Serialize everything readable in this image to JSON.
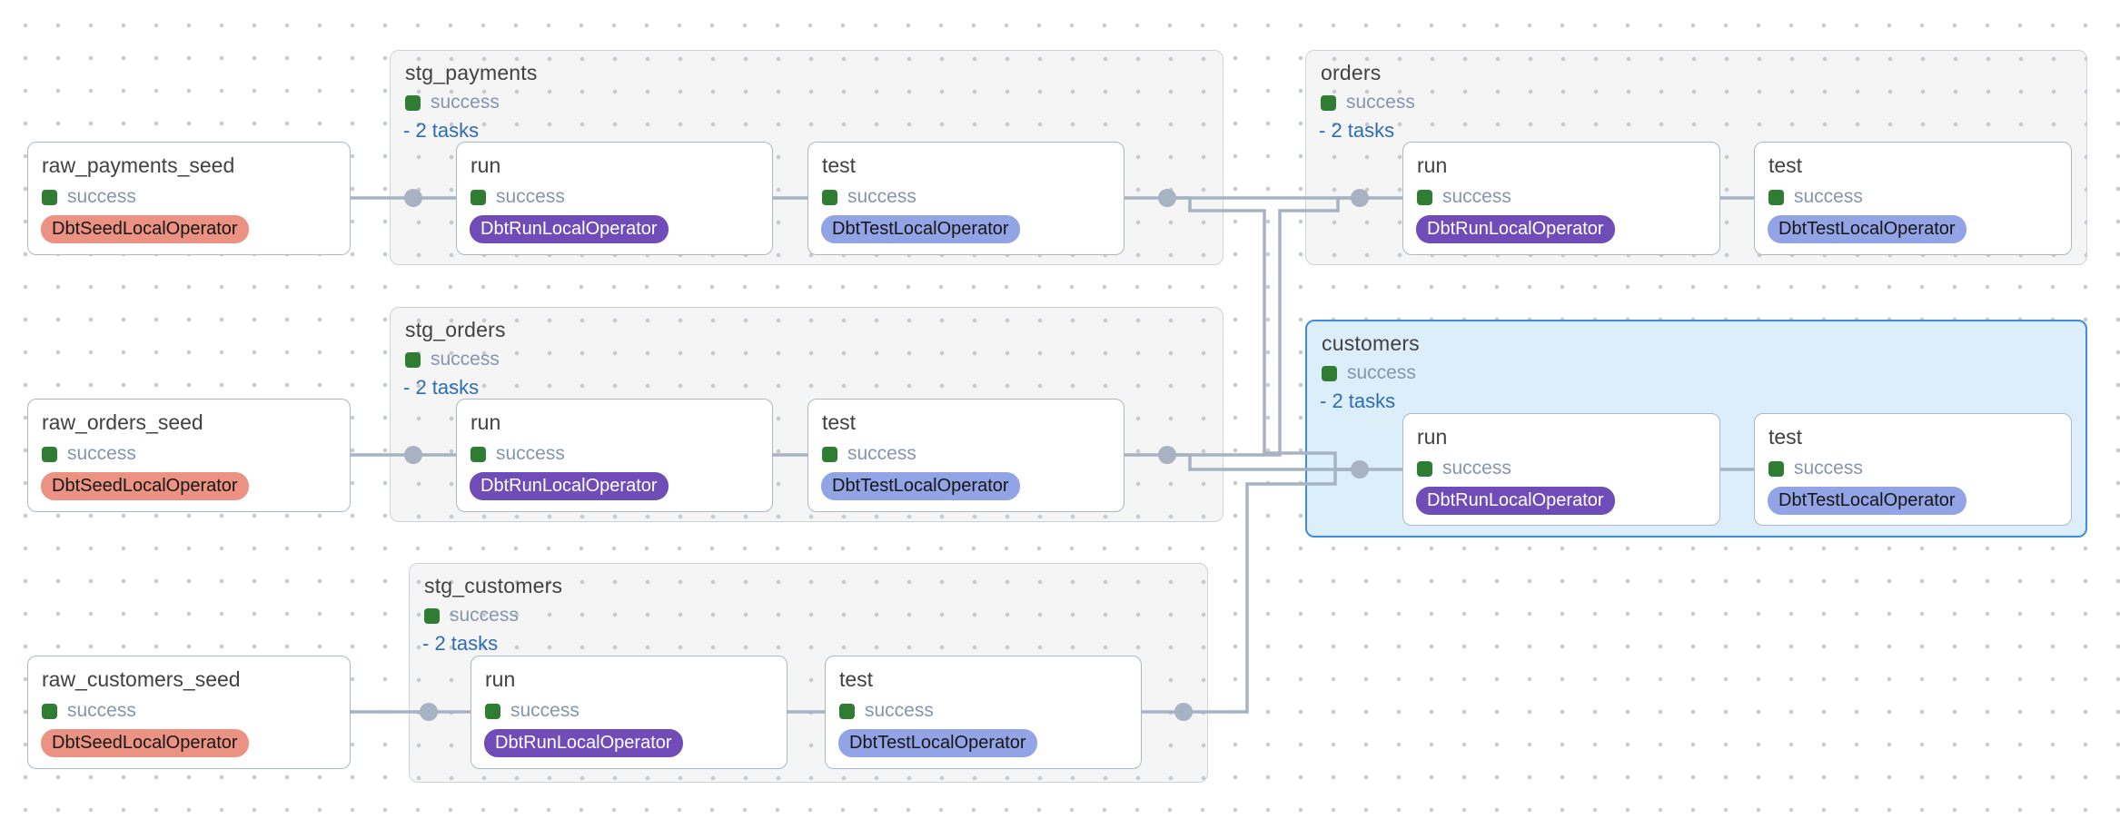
{
  "app": "airflow-dag-graph",
  "colors": {
    "edge": "#a7b2c3",
    "status_success_square": "#2e7d32",
    "status_text": "#8495ae",
    "tasks_link": "#2c6cb5",
    "node_border": "#a9b8c9",
    "group_border": "#ccd2d9",
    "group_background": "#f5f5f6",
    "selected_group_background": "#ddeefb",
    "selected_group_border": "#3d8ce0",
    "seed_pill": "#ec9283",
    "run_pill": "#6f4cb8",
    "test_pill": "#93a4e6"
  },
  "seeds": {
    "raw_payments_seed": {
      "title": "raw_payments_seed",
      "status": "success",
      "operator": "DbtSeedLocalOperator"
    },
    "raw_orders_seed": {
      "title": "raw_orders_seed",
      "status": "success",
      "operator": "DbtSeedLocalOperator"
    },
    "raw_customers_seed": {
      "title": "raw_customers_seed",
      "status": "success",
      "operator": "DbtSeedLocalOperator"
    }
  },
  "groups": {
    "stg_payments": {
      "title": "stg_payments",
      "status": "success",
      "tasks": "- 2 tasks",
      "selected": false,
      "run": {
        "title": "run",
        "status": "success",
        "operator": "DbtRunLocalOperator"
      },
      "test": {
        "title": "test",
        "status": "success",
        "operator": "DbtTestLocalOperator"
      }
    },
    "stg_orders": {
      "title": "stg_orders",
      "status": "success",
      "tasks": "- 2 tasks",
      "selected": false,
      "run": {
        "title": "run",
        "status": "success",
        "operator": "DbtRunLocalOperator"
      },
      "test": {
        "title": "test",
        "status": "success",
        "operator": "DbtTestLocalOperator"
      }
    },
    "stg_customers": {
      "title": "stg_customers",
      "status": "success",
      "tasks": "- 2 tasks",
      "selected": false,
      "run": {
        "title": "run",
        "status": "success",
        "operator": "DbtRunLocalOperator"
      },
      "test": {
        "title": "test",
        "status": "success",
        "operator": "DbtTestLocalOperator"
      }
    },
    "orders": {
      "title": "orders",
      "status": "success",
      "tasks": "- 2 tasks",
      "selected": false,
      "run": {
        "title": "run",
        "status": "success",
        "operator": "DbtRunLocalOperator"
      },
      "test": {
        "title": "test",
        "status": "success",
        "operator": "DbtTestLocalOperator"
      }
    },
    "customers": {
      "title": "customers",
      "status": "success",
      "tasks": "- 2 tasks",
      "selected": true,
      "run": {
        "title": "run",
        "status": "success",
        "operator": "DbtRunLocalOperator"
      },
      "test": {
        "title": "test",
        "status": "success",
        "operator": "DbtTestLocalOperator"
      }
    }
  }
}
